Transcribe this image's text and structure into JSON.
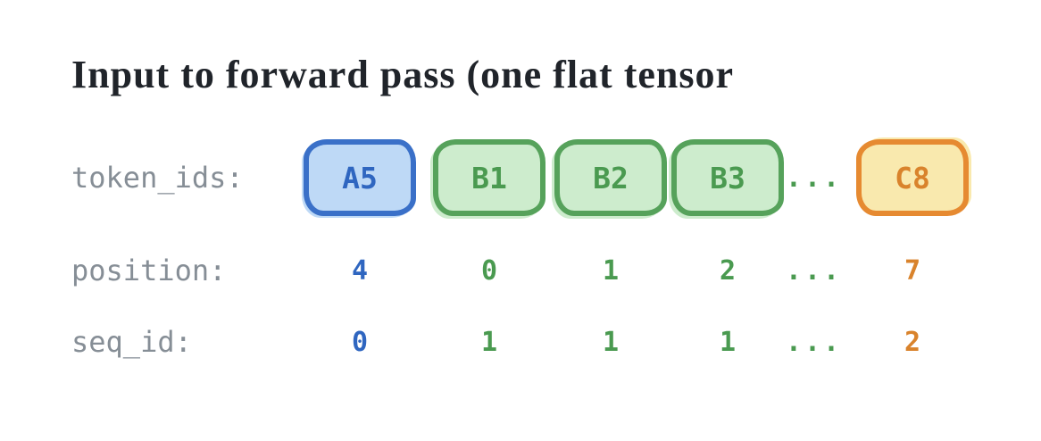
{
  "title": "Input to forward pass (one flat tensor",
  "rows": {
    "tokens": {
      "label": "token_ids:",
      "cells": [
        {
          "text": "A5",
          "color": "blue"
        },
        {
          "text": "B1",
          "color": "green"
        },
        {
          "text": "B2",
          "color": "green"
        },
        {
          "text": "B3",
          "color": "green"
        },
        {
          "text": "...",
          "color": "green"
        },
        {
          "text": "C8",
          "color": "orange"
        }
      ]
    },
    "position": {
      "label": "position:",
      "values": [
        {
          "text": "4",
          "color": "blue"
        },
        {
          "text": "0",
          "color": "green"
        },
        {
          "text": "1",
          "color": "green"
        },
        {
          "text": "2",
          "color": "green"
        },
        {
          "text": "...",
          "color": "green"
        },
        {
          "text": "7",
          "color": "orange"
        }
      ]
    },
    "seq_id": {
      "label": "seq_id:",
      "values": [
        {
          "text": "0",
          "color": "blue"
        },
        {
          "text": "1",
          "color": "green"
        },
        {
          "text": "1",
          "color": "green"
        },
        {
          "text": "1",
          "color": "green"
        },
        {
          "text": "...",
          "color": "green"
        },
        {
          "text": "2",
          "color": "orange"
        }
      ]
    }
  },
  "colors": {
    "blue_border": "#3a70c8",
    "blue_fill": "#bed9f6",
    "blue_text": "#2f66c0",
    "green_border": "#56a25b",
    "green_fill": "#cdeccd",
    "green_text": "#4a9a50",
    "orange_border": "#e68a31",
    "orange_fill": "#f9e9ae",
    "orange_text": "#d9832c",
    "label_gray": "#868e96",
    "title_color": "#20242a"
  }
}
